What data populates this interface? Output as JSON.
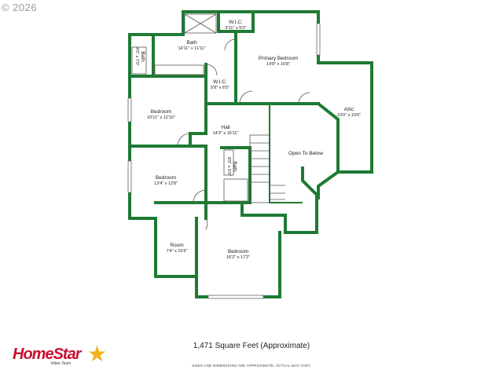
{
  "watermark": "© 2026",
  "rooms": [
    {
      "id": "wic-top",
      "name": "W.I.C.",
      "dims": "5'11\" x 5'0\""
    },
    {
      "id": "bath",
      "name": "Bath",
      "dims": "14'11\" x 11'11\""
    },
    {
      "id": "primary-bedroom",
      "name": "Primary Bedroom",
      "dims": "14'8\" x 16'8\""
    },
    {
      "id": "bath-small",
      "name": "Bath",
      "dims": "4'5\" x 7'0\""
    },
    {
      "id": "wic-mid",
      "name": "W.I.C.",
      "dims": "5'8\" x 6'5\""
    },
    {
      "id": "bedroom-1",
      "name": "Bedroom",
      "dims": "10'11\" x 12'10\""
    },
    {
      "id": "attic",
      "name": "Attic",
      "dims": "10'0\" x 19'6\""
    },
    {
      "id": "hall",
      "name": "Hall",
      "dims": "14'3\" x 15'11\""
    },
    {
      "id": "open-below",
      "name": "Open To Below",
      "dims": ""
    },
    {
      "id": "bath-hall",
      "name": "Bath",
      "dims": "8'0\" x 5'0\""
    },
    {
      "id": "bedroom-2",
      "name": "Bedroom",
      "dims": "13'4\" x 12'8\""
    },
    {
      "id": "room",
      "name": "Room",
      "dims": "7'4\" x 10'6\""
    },
    {
      "id": "bedroom-3",
      "name": "Bedroom",
      "dims": "16'2\" x 17'2\""
    }
  ],
  "footer": {
    "sqft": "1,471 Square Feet (Approximate)",
    "disclaimer": "SIZES AND DIMENSIONS ARE APPROXIMATE, ACTUAL MAY VARY."
  },
  "logo": {
    "brand": "HomeStar",
    "sub": "Video Tours",
    "star_color": "#f2b21c",
    "brand_color": "#c8102e"
  },
  "wall_color": "#1e7a33"
}
